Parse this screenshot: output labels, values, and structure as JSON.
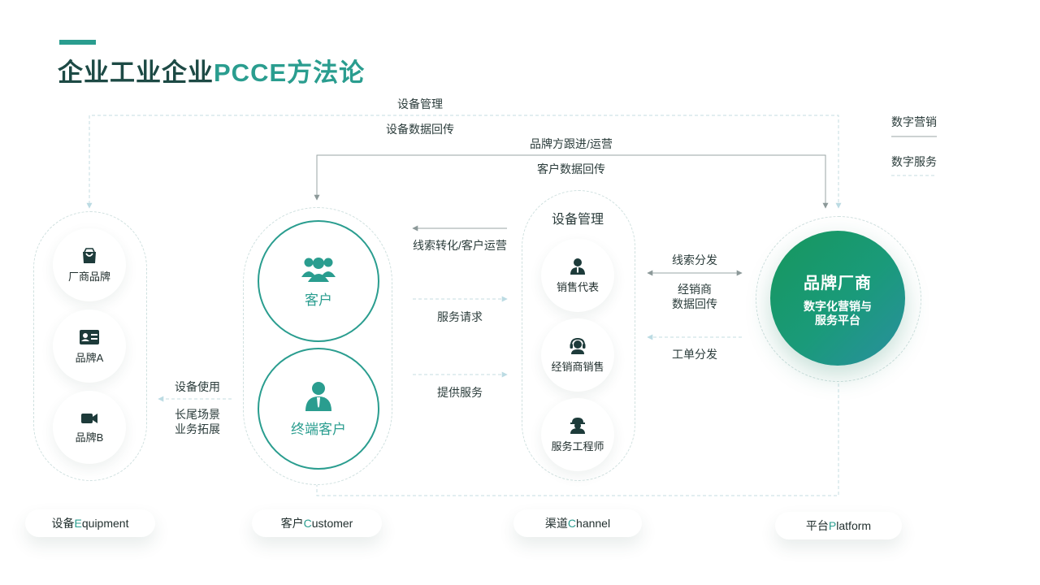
{
  "title": {
    "prefix": "企业工业企业",
    "highlight": "PCCE方法论"
  },
  "flow_top": {
    "device_mgmt": "设备管理",
    "device_data_return": "设备数据回传",
    "brand_follow": "品牌方跟进/运营",
    "customer_data_return": "客户数据回传"
  },
  "legend": {
    "marketing": "数字营销",
    "service": "数字服务"
  },
  "equipment": {
    "nodes": [
      "厂商品牌",
      "品牌A",
      "品牌B"
    ]
  },
  "customer": {
    "nodes": [
      "客户",
      "终端客户"
    ]
  },
  "channel": {
    "header": "设备管理",
    "nodes": [
      "销售代表",
      "经销商销售",
      "服务工程师"
    ]
  },
  "platform": {
    "title": "品牌厂商",
    "subtitle_line1": "数字化营销与",
    "subtitle_line2": "服务平台"
  },
  "mid_labels": {
    "device_use": "设备使用",
    "long_tail_1": "长尾场景",
    "long_tail_2": "业务拓展",
    "lead_conversion": "线索转化/客户运营",
    "service_request": "服务请求",
    "provide_service": "提供服务",
    "lead_dispatch": "线索分发",
    "dealer_1": "经销商",
    "dealer_2": "数据回传",
    "work_order": "工单分发"
  },
  "bottom": [
    {
      "zh": "设备 ",
      "cap": "E",
      "rest": "quipment"
    },
    {
      "zh": "客户 ",
      "cap": "C",
      "rest": "ustomer"
    },
    {
      "zh": "渠道 ",
      "cap": "C",
      "rest": "hannel"
    },
    {
      "zh": "平台 ",
      "cap": "P",
      "rest": "latform"
    }
  ],
  "colors": {
    "accent": "#2a9d8f",
    "brand_green": "#16975d",
    "dashed_line": "#b9dbe0",
    "solid_line": "#9aa6a6"
  }
}
